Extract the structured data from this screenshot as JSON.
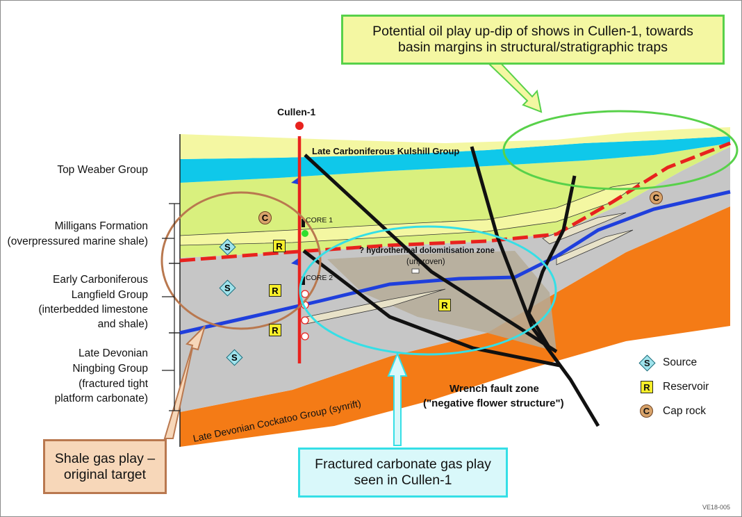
{
  "well": {
    "name": "Cullen-1",
    "core1": "CORE 1",
    "core2": "CORE 2"
  },
  "units": {
    "top_weaber": "Top Weaber Group",
    "milligans_1": "Milligans Formation",
    "milligans_2": "(overpressured marine shale)",
    "langfield_1": "Early Carboniferous",
    "langfield_2": "Langfield Group",
    "langfield_3": "(interbedded limestone",
    "langfield_4": "and shale)",
    "ningbing_1": "Late Devonian",
    "ningbing_2": "Ningbing Group",
    "ningbing_3": "(fractured tight",
    "ningbing_4": "platform carbonate)",
    "kulshill": "Late Carboniferous Kulshill Group",
    "cockatoo": "Late Devonian Cockatoo Group (synrift)",
    "dolomite_1": "? hydrothermal dolomitisation zone",
    "dolomite_2": "(unproven)",
    "wrench_1": "Wrench fault zone",
    "wrench_2": "(\"negative flower structure\")"
  },
  "callouts": {
    "oil_1": "Potential oil play up-dip of shows in Cullen-1, towards",
    "oil_2": "basin margins in structural/stratigraphic traps",
    "shale_1": "Shale gas play –",
    "shale_2": "original target",
    "carb_1": "Fractured carbonate gas play",
    "carb_2": "seen in Cullen-1"
  },
  "legend": {
    "source": {
      "symbol": "S",
      "label": "Source"
    },
    "reservoir": {
      "symbol": "R",
      "label": "Reservoir"
    },
    "cap": {
      "symbol": "C",
      "label": "Cap rock"
    }
  },
  "figure_id": "VE18-005",
  "colors": {
    "top_weaber": "#0fc8ea",
    "kulshill": "#f4f7a2",
    "milligans": "#d9f07e",
    "langfield": "#c6c6c6",
    "cockatoo": "#f47b16",
    "oil_play": "#58d14a",
    "shale_play": "#b9784f",
    "carbonate_play": "#35dfe6",
    "top_gas": "#e8221e",
    "horizon": "#1f3fdc"
  }
}
